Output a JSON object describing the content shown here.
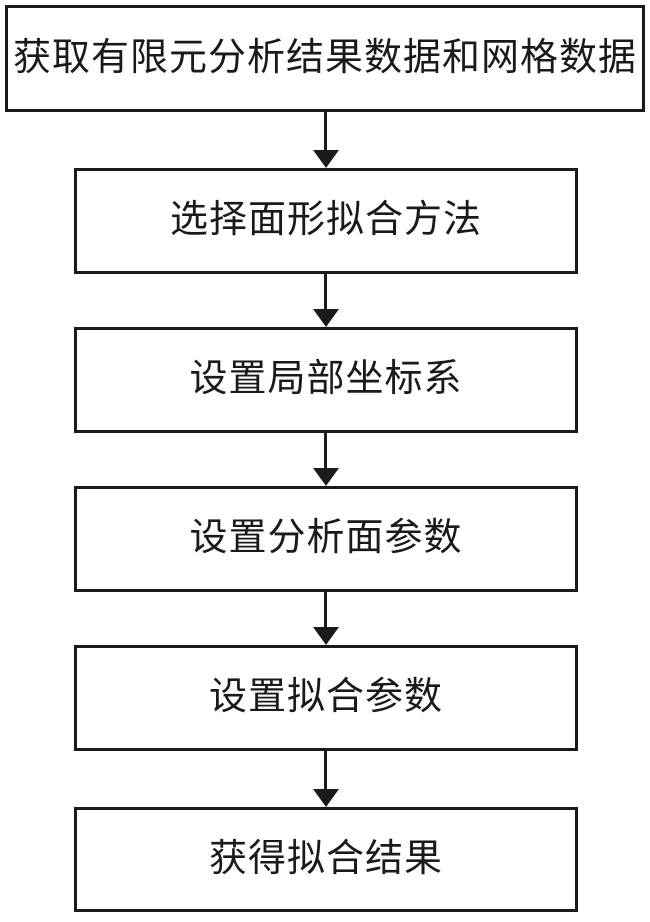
{
  "flowchart": {
    "title": "surface-fitting-process-flowchart",
    "steps": [
      {
        "id": 1,
        "label": "获取有限元分析结果数据和网格数据"
      },
      {
        "id": 2,
        "label": "选择面形拟合方法"
      },
      {
        "id": 3,
        "label": "设置局部坐标系"
      },
      {
        "id": 4,
        "label": "设置分析面参数"
      },
      {
        "id": 5,
        "label": "设置拟合参数"
      },
      {
        "id": 6,
        "label": "获得拟合结果"
      }
    ],
    "colors": {
      "border": "#1a1a1a",
      "text": "#1a1a1a",
      "arrow": "#1a1a1a",
      "background": "#ffffff"
    }
  }
}
